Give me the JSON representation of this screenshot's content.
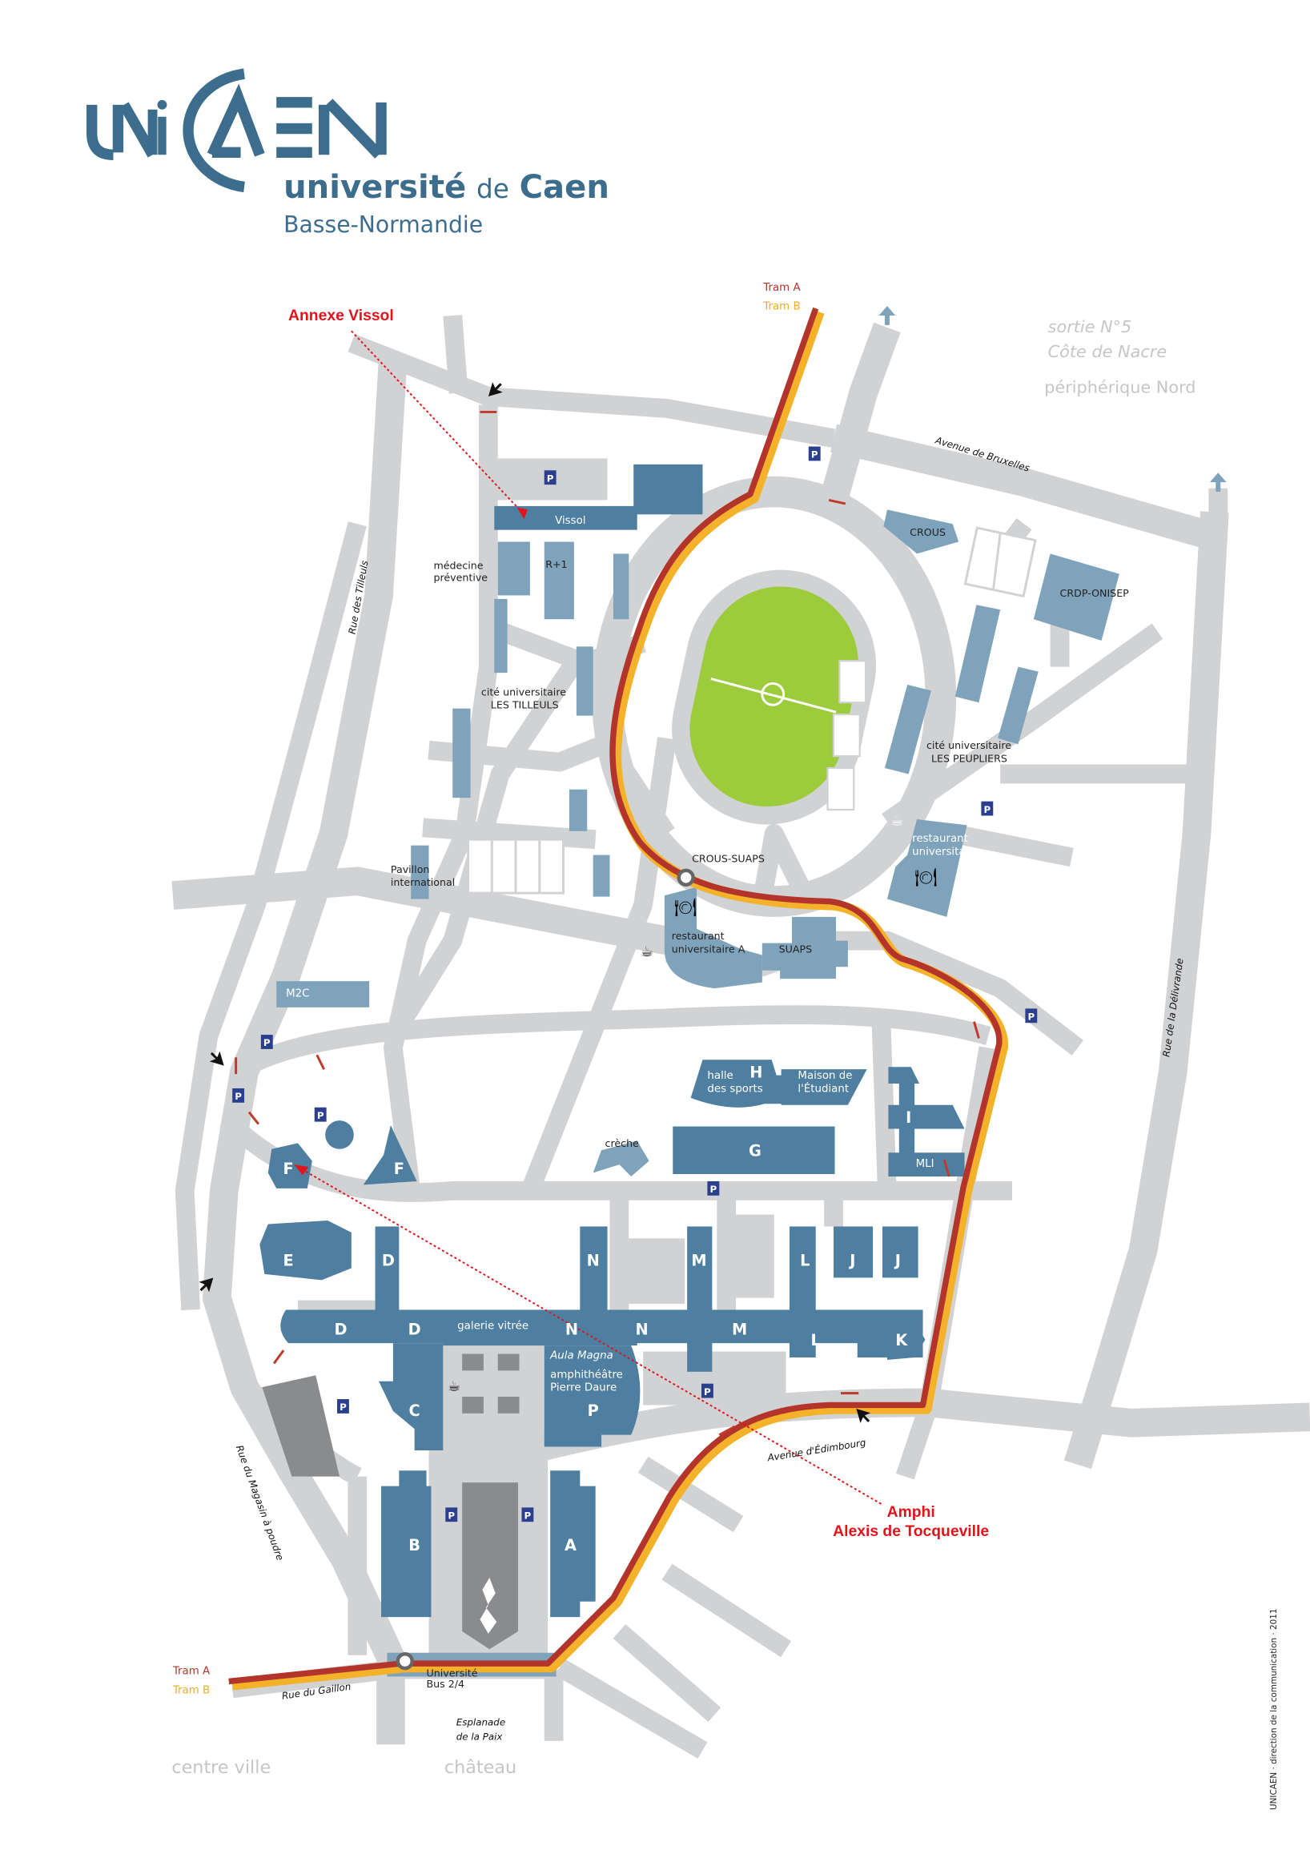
{
  "logo": {
    "wordmark": "UNICAEN",
    "name_bold": "université",
    "name_de": "de",
    "name_caen": "Caen",
    "region": "Basse-Normandie",
    "color": "#3d6d8d"
  },
  "annotations": {
    "vissol": "Annexe Vissol",
    "amphi_line1": "Amphi",
    "amphi_line2": "Alexis de Tocqueville",
    "color": "#e3131b"
  },
  "tram": {
    "a_label": "Tram A",
    "b_label": "Tram B",
    "color_a": "#b3342a",
    "color_b": "#f4b12a"
  },
  "exits": {
    "sortie": "sortie N°5",
    "cote": "Côte de Nacre",
    "peripherique": "périphérique Nord"
  },
  "streets": {
    "bruxelles": "Avenue de Bruxelles",
    "tilleuls": "Rue des Tilleuls",
    "delivrande": "Rue de la Délivrande",
    "edimbourg": "Avenue d'Édimbourg",
    "magasin": "Rue du Magasin à poudre",
    "gaillon": "Rue du Gaillon",
    "esplanade_1": "Esplanade",
    "esplanade_2": "de la Paix"
  },
  "places": {
    "vissol": "Vissol",
    "medecine_1": "médecine",
    "medecine_2": "préventive",
    "r1": "R+1",
    "tilleuls_1": "cité universitaire",
    "tilleuls_2": "LES TILLEULS",
    "pavillon_1": "Pavillon",
    "pavillon_2": "international",
    "crous": "CROUS",
    "crdp": "CRDP-ONISEP",
    "peupliers_1": "cité universitaire",
    "peupliers_2": "LES PEUPLIERS",
    "resto_right_1": "restaurant",
    "resto_right_2": "universitai",
    "crous_suaps": "CROUS-SUAPS",
    "resto_a_1": "restaurant",
    "resto_a_2": "universitaire A",
    "suaps": "SUAPS",
    "m2c": "M2C",
    "halle_1": "halle",
    "halle_2": "des sports",
    "maison_1": "Maison de",
    "maison_2": "l'Étudiant",
    "creche": "crèche",
    "mli": "MLI",
    "galerie": "galerie vitrée",
    "aula": "Aula Magna",
    "amphi_1": "amphithéâtre",
    "amphi_2": "Pierre Daure",
    "bus_1": "Université",
    "bus_2": "Bus 2/4"
  },
  "letters": {
    "A": "A",
    "B": "B",
    "C": "C",
    "D": "D",
    "E": "E",
    "F": "F",
    "G": "G",
    "H": "H",
    "I": "I",
    "J": "J",
    "K": "K",
    "L": "L",
    "M": "M",
    "N": "N",
    "P": "P"
  },
  "destinations": {
    "centre_ville": "centre ville",
    "chateau": "château"
  },
  "parking_label": "P",
  "credit": "UNICAEN · direction de la communication · 2011"
}
